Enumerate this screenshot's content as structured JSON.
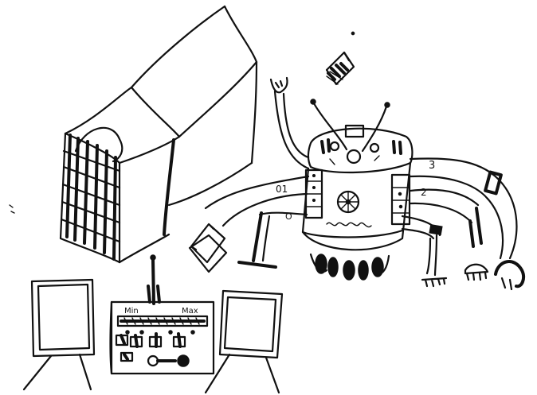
{
  "drawing": {
    "arm_labels": {
      "upper_left": "01",
      "upper_right": "3",
      "lower_left": "O",
      "lower_right": "2"
    },
    "control_panel": {
      "min_label": "Min",
      "max_label": "Max"
    },
    "ink_color": "#111111",
    "paper_color": "#ffffff"
  }
}
